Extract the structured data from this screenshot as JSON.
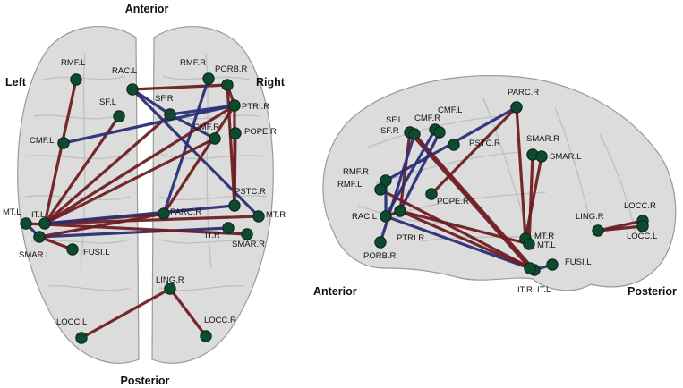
{
  "colors": {
    "red_edge": "#6e1d22",
    "blue_edge": "#2a2f78",
    "node": "#0e4a2e",
    "brain": "#dcdcdc"
  },
  "axial_view": {
    "orientation": {
      "anterior": "Anterior",
      "posterior": "Posterior",
      "left": "Left",
      "right": "Right"
    },
    "nodes": [
      {
        "id": "RMF.L",
        "label": "RMF.L"
      },
      {
        "id": "RAC.L",
        "label": "RAC.L"
      },
      {
        "id": "RMF.R",
        "label": "RMF.R"
      },
      {
        "id": "PORB.R",
        "label": "PORB.R"
      },
      {
        "id": "SF.L",
        "label": "SF.L"
      },
      {
        "id": "SF.R",
        "label": "SF.R"
      },
      {
        "id": "PTRI.R",
        "label": "PTRI.R"
      },
      {
        "id": "CMF.L",
        "label": "CMF.L"
      },
      {
        "id": "CMF.R",
        "label": "CMF.R"
      },
      {
        "id": "POPE.R",
        "label": "POPE.R"
      },
      {
        "id": "PSTC.R",
        "label": "PSTC.R"
      },
      {
        "id": "MT.L",
        "label": "MT.L"
      },
      {
        "id": "IT.L",
        "label": "IT.L"
      },
      {
        "id": "PARC.R",
        "label": "PARC.R"
      },
      {
        "id": "MT.R",
        "label": "MT.R"
      },
      {
        "id": "IT.R",
        "label": "IT.R"
      },
      {
        "id": "SMAR.L",
        "label": "SMAR.L"
      },
      {
        "id": "FUSI.L",
        "label": "FUSI.L"
      },
      {
        "id": "SMAR.R",
        "label": "SMAR.R"
      },
      {
        "id": "LING.R",
        "label": "LING.R"
      },
      {
        "id": "LOCC.L",
        "label": "LOCC.L"
      },
      {
        "id": "LOCC.R",
        "label": "LOCC.R"
      }
    ],
    "edges": [
      {
        "from": "RMF.L",
        "to": "IT.L",
        "color": "red"
      },
      {
        "from": "SF.L",
        "to": "IT.L",
        "color": "red"
      },
      {
        "from": "RAC.L",
        "to": "PORB.R",
        "color": "red"
      },
      {
        "from": "RAC.L",
        "to": "SF.R",
        "color": "blue"
      },
      {
        "from": "RAC.L",
        "to": "MT.R",
        "color": "blue"
      },
      {
        "from": "RMF.R",
        "to": "PARC.R",
        "color": "blue"
      },
      {
        "from": "PORB.R",
        "to": "PTRI.R",
        "color": "red"
      },
      {
        "from": "PORB.R",
        "to": "PSTC.R",
        "color": "red"
      },
      {
        "from": "SF.R",
        "to": "IT.L",
        "color": "red"
      },
      {
        "from": "SF.R",
        "to": "PTRI.R",
        "color": "blue"
      },
      {
        "from": "SF.R",
        "to": "CMF.R",
        "color": "blue"
      },
      {
        "from": "CMF.L",
        "to": "PTRI.R",
        "color": "blue"
      },
      {
        "from": "PTRI.R",
        "to": "IT.L",
        "color": "red"
      },
      {
        "from": "PTRI.R",
        "to": "PARC.R",
        "color": "red"
      },
      {
        "from": "PTRI.R",
        "to": "PSTC.R",
        "color": "red"
      },
      {
        "from": "POPE.R",
        "to": "PSTC.R",
        "color": "red"
      },
      {
        "from": "CMF.R",
        "to": "IT.L",
        "color": "red"
      },
      {
        "from": "IT.L",
        "to": "PARC.R",
        "color": "red"
      },
      {
        "from": "IT.L",
        "to": "MT.R",
        "color": "red"
      },
      {
        "from": "IT.L",
        "to": "PSTC.R",
        "color": "blue"
      },
      {
        "from": "SMAR.L",
        "to": "IT.R",
        "color": "blue"
      },
      {
        "from": "SMAR.L",
        "to": "MT.L",
        "color": "blue"
      },
      {
        "from": "SMAR.L",
        "to": "PARC.R",
        "color": "red"
      },
      {
        "from": "MT.L",
        "to": "SMAR.R",
        "color": "red"
      },
      {
        "from": "SMAR.L",
        "to": "FUSI.L",
        "color": "red"
      },
      {
        "from": "LING.R",
        "to": "LOCC.L",
        "color": "red"
      },
      {
        "from": "LING.R",
        "to": "LOCC.R",
        "color": "red"
      }
    ]
  },
  "sagittal_view": {
    "orientation": {
      "anterior": "Anterior",
      "posterior": "Posterior"
    },
    "nodes": [
      {
        "id": "PARC.R",
        "label": "PARC.R"
      },
      {
        "id": "SF.L",
        "label": "SF.L"
      },
      {
        "id": "SF.R",
        "label": "SF.R"
      },
      {
        "id": "CMF.R",
        "label": "CMF.R"
      },
      {
        "id": "CMF.L",
        "label": "CMF.L"
      },
      {
        "id": "PSTC.R",
        "label": "PSTC.R"
      },
      {
        "id": "SMAR.R",
        "label": "SMAR.R"
      },
      {
        "id": "SMAR.L",
        "label": "SMAR.L"
      },
      {
        "id": "RMF.R",
        "label": "RMF.R"
      },
      {
        "id": "RMF.L",
        "label": "RMF.L"
      },
      {
        "id": "POPE.R",
        "label": "POPE.R"
      },
      {
        "id": "RAC.L",
        "label": "RAC.L"
      },
      {
        "id": "PTRI.R",
        "label": "PTRI.R"
      },
      {
        "id": "PORB.R",
        "label": "PORB.R"
      },
      {
        "id": "MT.R",
        "label": "MT.R"
      },
      {
        "id": "MT.L",
        "label": "MT.L"
      },
      {
        "id": "FUSI.L",
        "label": "FUSI.L"
      },
      {
        "id": "IT.R",
        "label": "IT.R"
      },
      {
        "id": "IT.L",
        "label": "IT.L"
      },
      {
        "id": "LING.R",
        "label": "LING.R"
      },
      {
        "id": "LOCC.R",
        "label": "LOCC.R"
      },
      {
        "id": "LOCC.L",
        "label": "LOCC.L"
      }
    ],
    "edges": [
      {
        "from": "PARC.R",
        "to": "RMF.R",
        "color": "blue"
      },
      {
        "from": "PARC.R",
        "to": "POPE.R",
        "color": "red"
      },
      {
        "from": "PARC.R",
        "to": "MT.R",
        "color": "red"
      },
      {
        "from": "SF.L",
        "to": "PTRI.R",
        "color": "red"
      },
      {
        "from": "SF.L",
        "to": "IT.L",
        "color": "red"
      },
      {
        "from": "SF.R",
        "to": "IT.R",
        "color": "red"
      },
      {
        "from": "SF.R",
        "to": "PORB.R",
        "color": "blue"
      },
      {
        "from": "CMF.R",
        "to": "RAC.L",
        "color": "blue"
      },
      {
        "from": "CMF.L",
        "to": "PTRI.R",
        "color": "blue"
      },
      {
        "from": "RMF.L",
        "to": "IT.R",
        "color": "red"
      },
      {
        "from": "RMF.R",
        "to": "RAC.L",
        "color": "blue"
      },
      {
        "from": "RAC.L",
        "to": "PTRI.R",
        "color": "red"
      },
      {
        "from": "RAC.L",
        "to": "IT.R",
        "color": "blue"
      },
      {
        "from": "PTRI.R",
        "to": "MT.L",
        "color": "red"
      },
      {
        "from": "PTRI.R",
        "to": "IT.R",
        "color": "red"
      },
      {
        "from": "SMAR.R",
        "to": "MT.L",
        "color": "red"
      },
      {
        "from": "SMAR.L",
        "to": "MT.R",
        "color": "red"
      },
      {
        "from": "IT.R",
        "to": "FUSI.L",
        "color": "blue"
      },
      {
        "from": "LING.R",
        "to": "LOCC.R",
        "color": "red"
      },
      {
        "from": "LING.R",
        "to": "LOCC.L",
        "color": "red"
      }
    ]
  }
}
